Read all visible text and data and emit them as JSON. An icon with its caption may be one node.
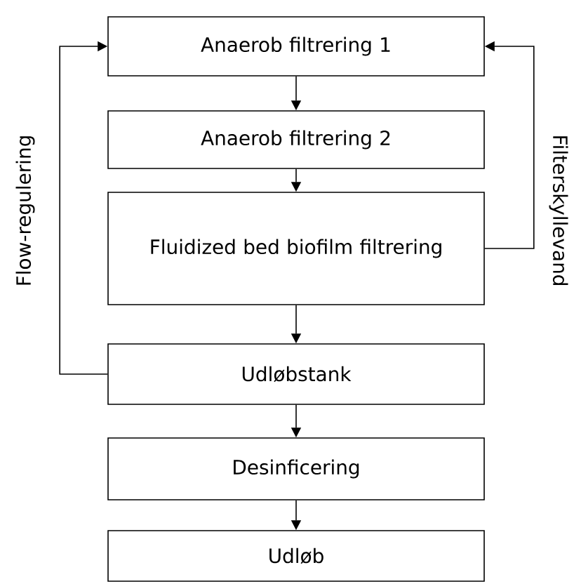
{
  "diagram": {
    "nodes": [
      {
        "text": [
          "Anaerob filtrering 1"
        ]
      },
      {
        "text": [
          "Anaerob filtrering 2"
        ]
      },
      {
        "text": [
          "Fluidized bed biofilm filtrering"
        ]
      },
      {
        "text": [
          "Udløbstank"
        ]
      },
      {
        "text": [
          "Desinficering"
        ]
      },
      {
        "text": [
          "Udløb"
        ]
      }
    ],
    "edges": [
      {
        "from": 0,
        "to": 1,
        "arrow": "to"
      },
      {
        "from": 1,
        "to": 2,
        "arrow": "to"
      },
      {
        "from": 2,
        "to": 3,
        "arrow": "to"
      },
      {
        "from": 3,
        "to": 4,
        "arrow": "to"
      },
      {
        "from": 4,
        "to": 5,
        "arrow": "to"
      },
      {
        "from": 3,
        "to": 0,
        "arrow": "to",
        "label": "Flow-regulering"
      },
      {
        "from": 2,
        "to": 0,
        "arrow": "to",
        "label": "Filterskyllevand"
      }
    ]
  }
}
